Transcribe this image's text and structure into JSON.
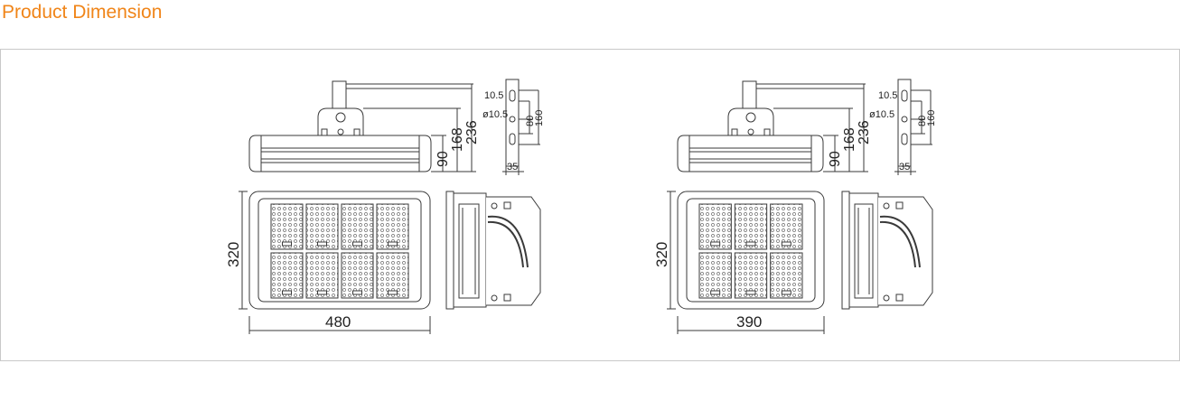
{
  "title": "Product Dimension",
  "colors": {
    "title": "#f08519",
    "line": "#3a3a3a",
    "frame": "#c9c9c9"
  },
  "left": {
    "width_label": "480",
    "height_label": "320",
    "side_h1": "90",
    "side_h2": "168",
    "side_h3": "236",
    "bracket_hole": "10.5",
    "bracket_dia": "ø10.5",
    "bracket_80": "80",
    "bracket_160": "160",
    "bracket_35": "35",
    "module_rows": 2,
    "module_cols": 4
  },
  "right": {
    "width_label": "390",
    "height_label": "320",
    "side_h1": "90",
    "side_h2": "168",
    "side_h3": "236",
    "bracket_hole": "10.5",
    "bracket_dia": "ø10.5",
    "bracket_80": "80",
    "bracket_160": "160",
    "bracket_35": "35",
    "module_rows": 2,
    "module_cols": 3
  }
}
